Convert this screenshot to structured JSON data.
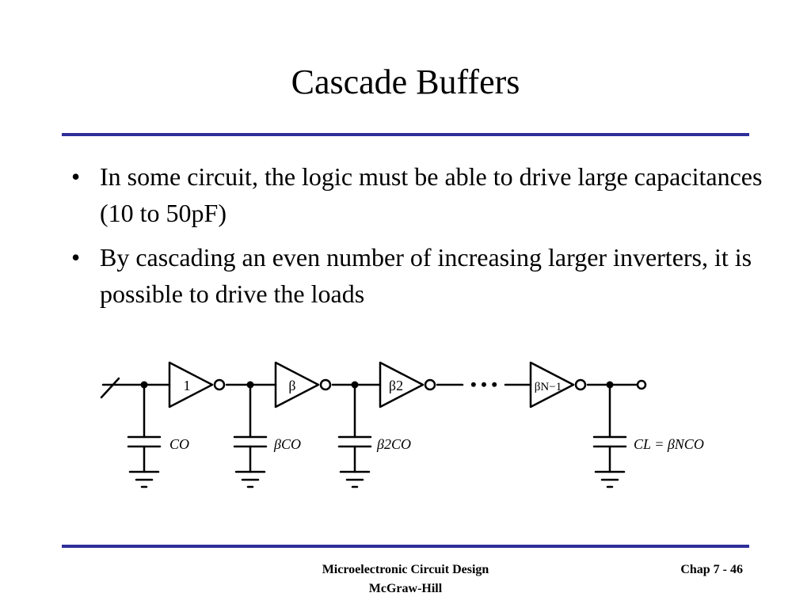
{
  "slide": {
    "title": "Cascade Buffers",
    "bullets": [
      "In some circuit, the logic must be able to drive large capacitances (10 to 50pF)",
      "By cascading an even number of increasing larger inverters, it is possible to drive the loads"
    ]
  },
  "diagram": {
    "inverter_labels": [
      "1",
      "β",
      "β2",
      "βN−1"
    ],
    "ellipsis": "• • •",
    "capacitor_labels": [
      "CO",
      "βCO",
      "β2CO",
      "CL = βNCO"
    ]
  },
  "footer": {
    "book_title": "Microelectronic Circuit Design",
    "publisher": "McGraw-Hill",
    "page": "Chap 7 - 46"
  },
  "colors": {
    "rule": "#2e2e99",
    "text": "#000000"
  }
}
